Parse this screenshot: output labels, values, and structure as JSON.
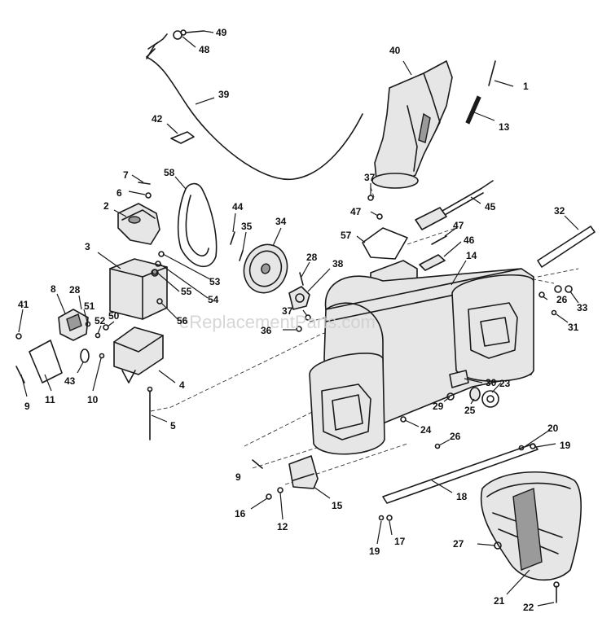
{
  "watermark": "eReplacementParts.com",
  "callouts": [
    {
      "id": "c1",
      "label": "1"
    },
    {
      "id": "c2",
      "label": "2"
    },
    {
      "id": "c3",
      "label": "3"
    },
    {
      "id": "c4",
      "label": "4"
    },
    {
      "id": "c5",
      "label": "5"
    },
    {
      "id": "c6",
      "label": "6"
    },
    {
      "id": "c7",
      "label": "7"
    },
    {
      "id": "c8",
      "label": "8"
    },
    {
      "id": "c9a",
      "label": "9"
    },
    {
      "id": "c9b",
      "label": "9"
    },
    {
      "id": "c10",
      "label": "10"
    },
    {
      "id": "c11",
      "label": "11"
    },
    {
      "id": "c12",
      "label": "12"
    },
    {
      "id": "c13",
      "label": "13"
    },
    {
      "id": "c14",
      "label": "14"
    },
    {
      "id": "c15",
      "label": "15"
    },
    {
      "id": "c16",
      "label": "16"
    },
    {
      "id": "c17",
      "label": "17"
    },
    {
      "id": "c18",
      "label": "18"
    },
    {
      "id": "c19a",
      "label": "19"
    },
    {
      "id": "c19b",
      "label": "19"
    },
    {
      "id": "c20",
      "label": "20"
    },
    {
      "id": "c21",
      "label": "21"
    },
    {
      "id": "c22",
      "label": "22"
    },
    {
      "id": "c23",
      "label": "23"
    },
    {
      "id": "c24",
      "label": "24"
    },
    {
      "id": "c25",
      "label": "25"
    },
    {
      "id": "c26a",
      "label": "26"
    },
    {
      "id": "c26b",
      "label": "26"
    },
    {
      "id": "c27",
      "label": "27"
    },
    {
      "id": "c28a",
      "label": "28"
    },
    {
      "id": "c28b",
      "label": "28"
    },
    {
      "id": "c29",
      "label": "29"
    },
    {
      "id": "c30",
      "label": "30"
    },
    {
      "id": "c31",
      "label": "31"
    },
    {
      "id": "c32",
      "label": "32"
    },
    {
      "id": "c33",
      "label": "33"
    },
    {
      "id": "c34",
      "label": "34"
    },
    {
      "id": "c35",
      "label": "35"
    },
    {
      "id": "c36",
      "label": "36"
    },
    {
      "id": "c37a",
      "label": "37"
    },
    {
      "id": "c37b",
      "label": "37"
    },
    {
      "id": "c38",
      "label": "38"
    },
    {
      "id": "c39",
      "label": "39"
    },
    {
      "id": "c40",
      "label": "40"
    },
    {
      "id": "c41",
      "label": "41"
    },
    {
      "id": "c42",
      "label": "42"
    },
    {
      "id": "c43",
      "label": "43"
    },
    {
      "id": "c44",
      "label": "44"
    },
    {
      "id": "c45",
      "label": "45"
    },
    {
      "id": "c46",
      "label": "46"
    },
    {
      "id": "c47a",
      "label": "47"
    },
    {
      "id": "c47b",
      "label": "47"
    },
    {
      "id": "c48",
      "label": "48"
    },
    {
      "id": "c49",
      "label": "49"
    },
    {
      "id": "c50",
      "label": "50"
    },
    {
      "id": "c51",
      "label": "51"
    },
    {
      "id": "c52",
      "label": "52"
    },
    {
      "id": "c53",
      "label": "53"
    },
    {
      "id": "c54",
      "label": "54"
    },
    {
      "id": "c55",
      "label": "55"
    },
    {
      "id": "c56",
      "label": "56"
    },
    {
      "id": "c57",
      "label": "57"
    },
    {
      "id": "c58",
      "label": "58"
    }
  ]
}
